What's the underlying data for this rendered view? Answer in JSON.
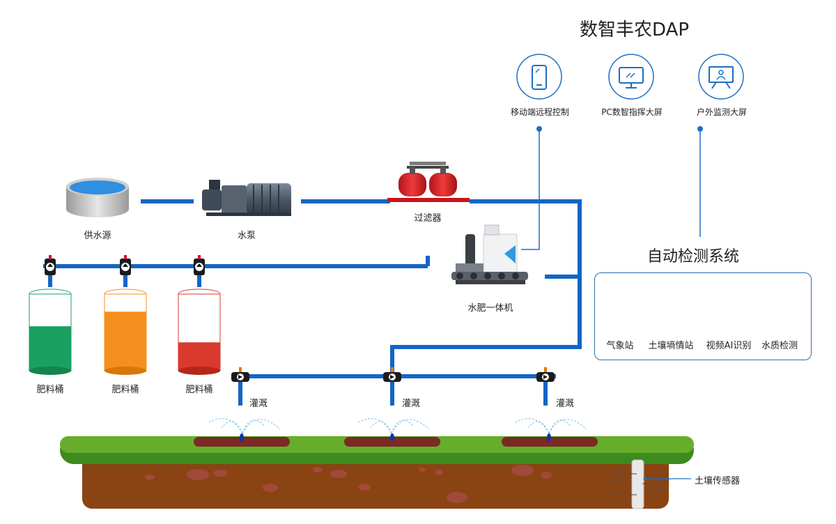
{
  "header": {
    "title": "数智丰农DAP"
  },
  "platforms": [
    {
      "label": "移动端远程控制",
      "icon": "mobile-phone-icon"
    },
    {
      "label": "PC数智指挥大屏",
      "icon": "monitor-icon"
    },
    {
      "label": "户外监测大屏",
      "icon": "presentation-screen-icon"
    }
  ],
  "equipment": {
    "water_source": "供水源",
    "pump": "水泵",
    "filter": "过滤器",
    "fertigation_machine": "水肥一体机"
  },
  "fertilizer_tanks": [
    {
      "label": "肥料桶",
      "color": "#1aa060",
      "level": 0.58
    },
    {
      "label": "肥料桶",
      "color": "#f5901e",
      "level": 0.77
    },
    {
      "label": "肥料桶",
      "color": "#d93a2e",
      "level": 0.37
    }
  ],
  "irrigation": {
    "labels": [
      "灌溉",
      "灌溉",
      "灌溉"
    ]
  },
  "monitoring": {
    "title": "自动检测系统",
    "items": [
      {
        "label": "气象站",
        "icon": "weather-station-icon"
      },
      {
        "label": "土壤墒情站",
        "icon": "soil-moisture-station-icon"
      },
      {
        "label": "视频AI识别",
        "icon": "camera-icon"
      },
      {
        "label": "水质检测",
        "icon": "water-quality-flask-icon"
      }
    ]
  },
  "soil_sensor": {
    "label": "土壤传感器",
    "readings": [
      {
        "temp": "26.3°C",
        "moisture": "20.2%"
      },
      {
        "temp": "23.80°C",
        "moisture": "18.9%"
      },
      {
        "temp": "21.3°C",
        "moisture": "17.6%"
      }
    ]
  },
  "colors": {
    "pipe": "#1266c4",
    "accent": "#1d6fc0",
    "grass": "#58a32a",
    "soil": "#8a4312"
  }
}
